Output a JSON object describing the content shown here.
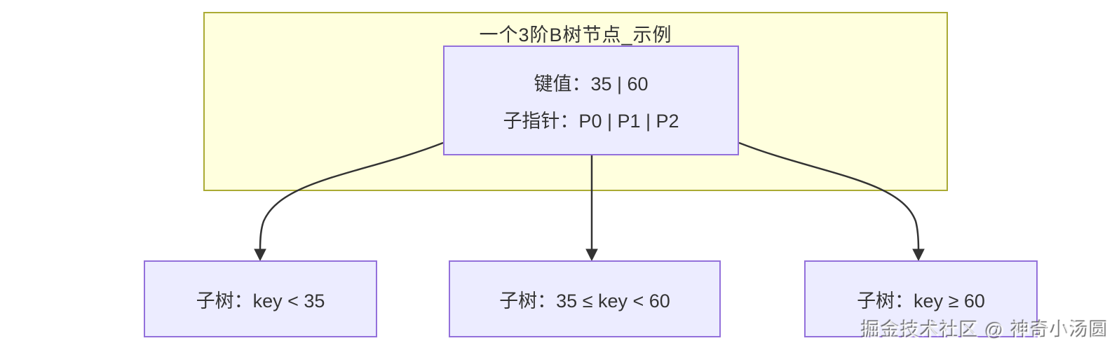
{
  "diagram": {
    "title": "一个3阶B树节点_示例",
    "root_node": {
      "keys_line": "键值：35 | 60",
      "pointers_line": "子指针：P0 | P1 | P2"
    },
    "children": [
      {
        "label": "子树：key < 35"
      },
      {
        "label": "子树：35 ≤ key < 60"
      },
      {
        "label": "子树：key ≥ 60"
      }
    ],
    "colors": {
      "cluster_fill": "#ffffde",
      "cluster_stroke": "#aaaa33",
      "node_fill": "#ececff",
      "node_stroke": "#9370db",
      "edge_stroke": "#333333",
      "text": "#333333"
    }
  },
  "watermark": {
    "text": "掘金技术社区 @ 神奇小汤圆"
  }
}
